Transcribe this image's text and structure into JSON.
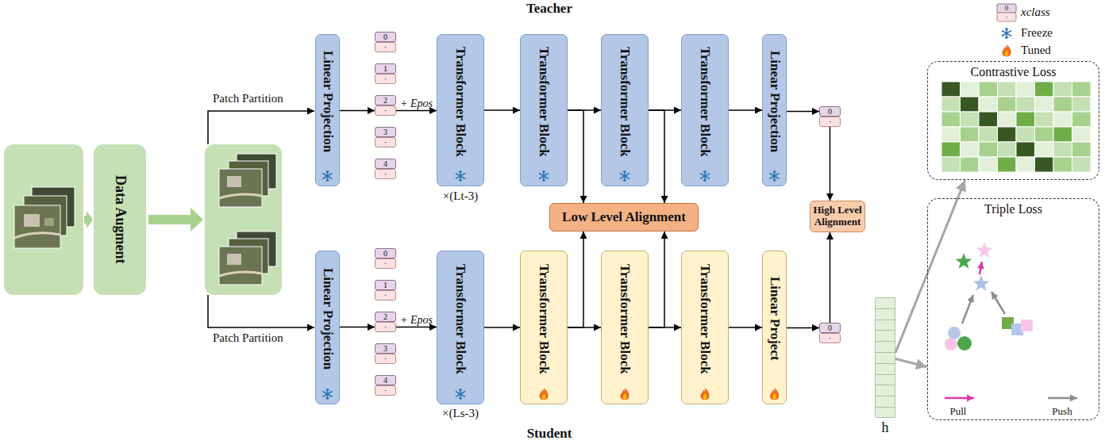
{
  "diagram": {
    "nodes": [
      {
        "text": [
          "Data Augment"
        ]
      },
      {
        "text": [
          "Linear Projection"
        ]
      },
      {
        "text": [
          "0"
        ]
      },
      {
        "text": [
          "·"
        ]
      },
      {
        "text": [
          "1"
        ]
      },
      {
        "text": [
          "·"
        ]
      },
      {
        "text": [
          "2"
        ]
      },
      {
        "text": [
          "·"
        ]
      },
      {
        "text": [
          "3"
        ]
      },
      {
        "text": [
          "·"
        ]
      },
      {
        "text": [
          "4"
        ]
      },
      {
        "text": [
          "·"
        ]
      },
      {
        "text": [
          "Transformer Block"
        ]
      },
      {
        "text": [
          "Transformer Block"
        ]
      },
      {
        "text": [
          "Transformer Block"
        ]
      },
      {
        "text": [
          "Transformer Block"
        ]
      },
      {
        "text": [
          "Linear Projection"
        ]
      },
      {
        "text": [
          "0"
        ]
      },
      {
        "text": [
          "·"
        ]
      },
      {
        "text": [
          "Low Level Alignment"
        ]
      },
      {
        "text": [
          "High Level Alignment"
        ]
      },
      {
        "text": [
          "Linear Projection"
        ]
      },
      {
        "text": [
          "0"
        ]
      },
      {
        "text": [
          "·"
        ]
      },
      {
        "text": [
          "1"
        ]
      },
      {
        "text": [
          "·"
        ]
      },
      {
        "text": [
          "2"
        ]
      },
      {
        "text": [
          "·"
        ]
      },
      {
        "text": [
          "3"
        ]
      },
      {
        "text": [
          "·"
        ]
      },
      {
        "text": [
          "4"
        ]
      },
      {
        "text": [
          "·"
        ]
      },
      {
        "text": [
          "Transformer Block"
        ]
      },
      {
        "text": [
          "Transformer Block"
        ]
      },
      {
        "text": [
          "Transformer Block"
        ]
      },
      {
        "text": [
          "Transformer Block"
        ]
      },
      {
        "text": [
          "Linear Project"
        ]
      },
      {
        "text": [
          "0"
        ]
      },
      {
        "text": [
          "·"
        ]
      },
      {
        "text": [
          "h"
        ]
      },
      {
        "text": [
          "Contrastive Loss"
        ]
      },
      {
        "text": [
          "Triple Loss"
        ]
      }
    ],
    "edges": [
      {
        "from": 1,
        "to": 7,
        "arrow": "to"
      },
      {
        "from": 7,
        "to": 12,
        "label": "+ Epos",
        "arrow": "to"
      },
      {
        "from": 12,
        "to": 13,
        "arrow": "to"
      },
      {
        "from": 13,
        "to": 14,
        "arrow": "to"
      },
      {
        "from": 14,
        "to": 15,
        "arrow": "to"
      },
      {
        "from": 15,
        "to": 16,
        "arrow": "to"
      },
      {
        "from": 16,
        "to": 17,
        "arrow": "to"
      },
      {
        "from": 13,
        "to": 19,
        "arrow": "to"
      },
      {
        "from": 14,
        "to": 19,
        "arrow": "to"
      },
      {
        "from": 18,
        "to": 20,
        "arrow": "to"
      },
      {
        "from": 21,
        "to": 27,
        "arrow": "to"
      },
      {
        "from": 27,
        "to": 32,
        "label": "+ Epos",
        "arrow": "to"
      },
      {
        "from": 32,
        "to": 33,
        "arrow": "to"
      },
      {
        "from": 33,
        "to": 34,
        "arrow": "to"
      },
      {
        "from": 34,
        "to": 35,
        "arrow": "to"
      },
      {
        "from": 35,
        "to": 36,
        "arrow": "to"
      },
      {
        "from": 36,
        "to": 37,
        "arrow": "to"
      },
      {
        "from": 33,
        "to": 19,
        "arrow": "to"
      },
      {
        "from": 34,
        "to": 19,
        "arrow": "to"
      },
      {
        "from": 37,
        "to": 20,
        "arrow": "to"
      },
      {
        "from": 39,
        "to": 40,
        "arrow": "to"
      },
      {
        "from": 39,
        "to": 41,
        "arrow": "to"
      }
    ],
    "labels": [
      "Teacher",
      "Patch Partition",
      "×(Lt-3)",
      "Patch Partition",
      "×(Ls-3)",
      "Student",
      "Pull",
      "Push",
      "0",
      "·"
    ],
    "legend": [
      {
        "text": "xclass"
      },
      {
        "text": "Freeze"
      },
      {
        "text": "Tuned"
      }
    ]
  }
}
